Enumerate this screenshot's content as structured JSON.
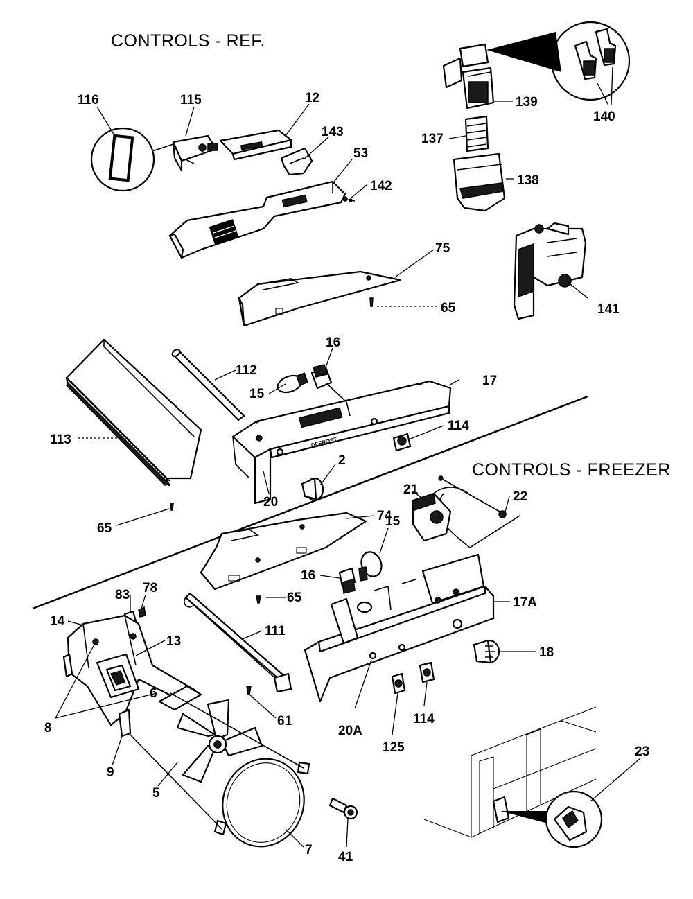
{
  "titles": {
    "ref": "CONTROLS - REF.",
    "freezer": "CONTROLS - FREEZER"
  },
  "stamp": "DEFROST",
  "labels": {
    "l116": "116",
    "l115": "115",
    "l12": "12",
    "l143": "143",
    "l53": "53",
    "l142": "142",
    "l139": "139",
    "l140": "140",
    "l137": "137",
    "l138": "138",
    "l75": "75",
    "l141": "141",
    "l65a": "65",
    "l16a": "16",
    "l112": "112",
    "l15a": "15",
    "l17": "17",
    "l113": "113",
    "l114a": "114",
    "l2": "2",
    "l20": "20",
    "l65b": "65",
    "l21": "21",
    "l22": "22",
    "l74": "74",
    "l15b": "15",
    "l16b": "16",
    "l65c": "65",
    "l17A": "17A",
    "l83": "83",
    "l78": "78",
    "l14": "14",
    "l13": "13",
    "l111": "111",
    "l18": "18",
    "l6": "6",
    "l8": "8",
    "l61": "61",
    "l20A": "20A",
    "l114b": "114",
    "l125": "125",
    "l9": "9",
    "l5": "5",
    "l23": "23",
    "l7": "7",
    "l41": "41"
  }
}
